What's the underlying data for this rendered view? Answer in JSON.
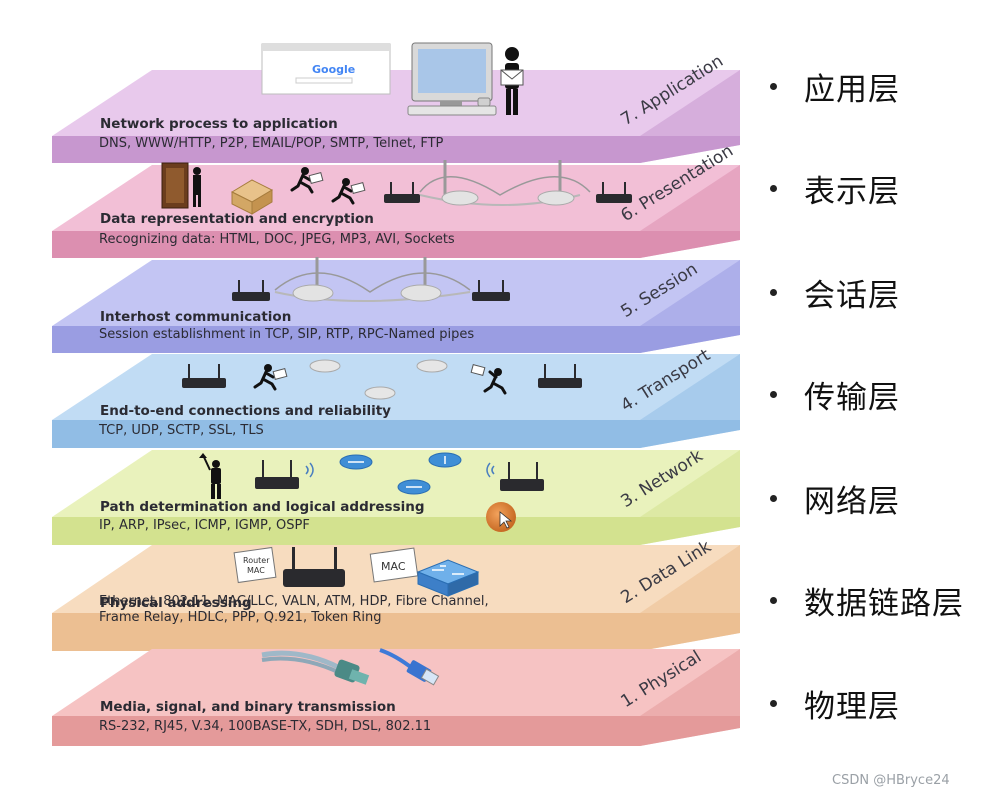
{
  "layers": [
    {
      "number_name": "7. Application",
      "description": "Network process to application",
      "detail": [
        "DNS, WWW/HTTP, P2P, EMAIL/POP, SMTP, Telnet, FTP"
      ],
      "top_color": "#e8c9ec",
      "front_color": "#c797cf"
    },
    {
      "number_name": "6. Presentation",
      "description": "Data representation and encryption",
      "detail": [
        "Recognizing data: HTML, DOC, JPEG, MP3, AVI, Sockets"
      ],
      "top_color": "#f2bfd6",
      "front_color": "#dc8fb0"
    },
    {
      "number_name": "5. Session",
      "description": "Interhost communication",
      "detail": [
        "Session establishment in TCP, SIP, RTP, RPC-Named pipes"
      ],
      "top_color": "#c3c5f3",
      "front_color": "#9a9de2"
    },
    {
      "number_name": "4. Transport",
      "description": "End-to-end connections and reliability",
      "detail": [
        "TCP, UDP, SCTP, SSL, TLS"
      ],
      "top_color": "#c1dcf4",
      "front_color": "#91bde5"
    },
    {
      "number_name": "3. Network",
      "description": "Path determination and logical addressing",
      "detail": [
        "IP, ARP, IPsec, ICMP, IGMP, OSPF"
      ],
      "top_color": "#e9f2bc",
      "front_color": "#d3e28f"
    },
    {
      "number_name": "2. Data Link",
      "description": "Physical addressing",
      "detail": [
        "Ethernet, 802.11, MAC/LLC, VALN, ATM, HDP, Fibre Channel,",
        "Frame Relay, HDLC,  PPP, Q.921, Token Ring"
      ],
      "top_color": "#f7dcbf",
      "front_color": "#ecbf92"
    },
    {
      "number_name": "1. Physical",
      "description": "Media, signal, and binary transmission",
      "detail": [
        "RS-232, RJ45, V.34, 100BASE-TX, SDH, DSL, 802.11"
      ],
      "top_color": "#f6c3c3",
      "front_color": "#e49a9a"
    }
  ],
  "chinese_labels": [
    "应用层",
    "表示层",
    "会话层",
    "传输层",
    "网络层",
    "数据链路层",
    "物理层"
  ],
  "icon_texts": {
    "google_logo": "Google",
    "router_mac_tag": [
      "Router",
      "MAC"
    ],
    "mac_tag": "MAC"
  },
  "watermark": "CSDN @HBryce24",
  "colors": {
    "router_body": "#2a2a2e",
    "switch_blue": "#3d7fc8",
    "cursor_orange": "#e8853a"
  }
}
